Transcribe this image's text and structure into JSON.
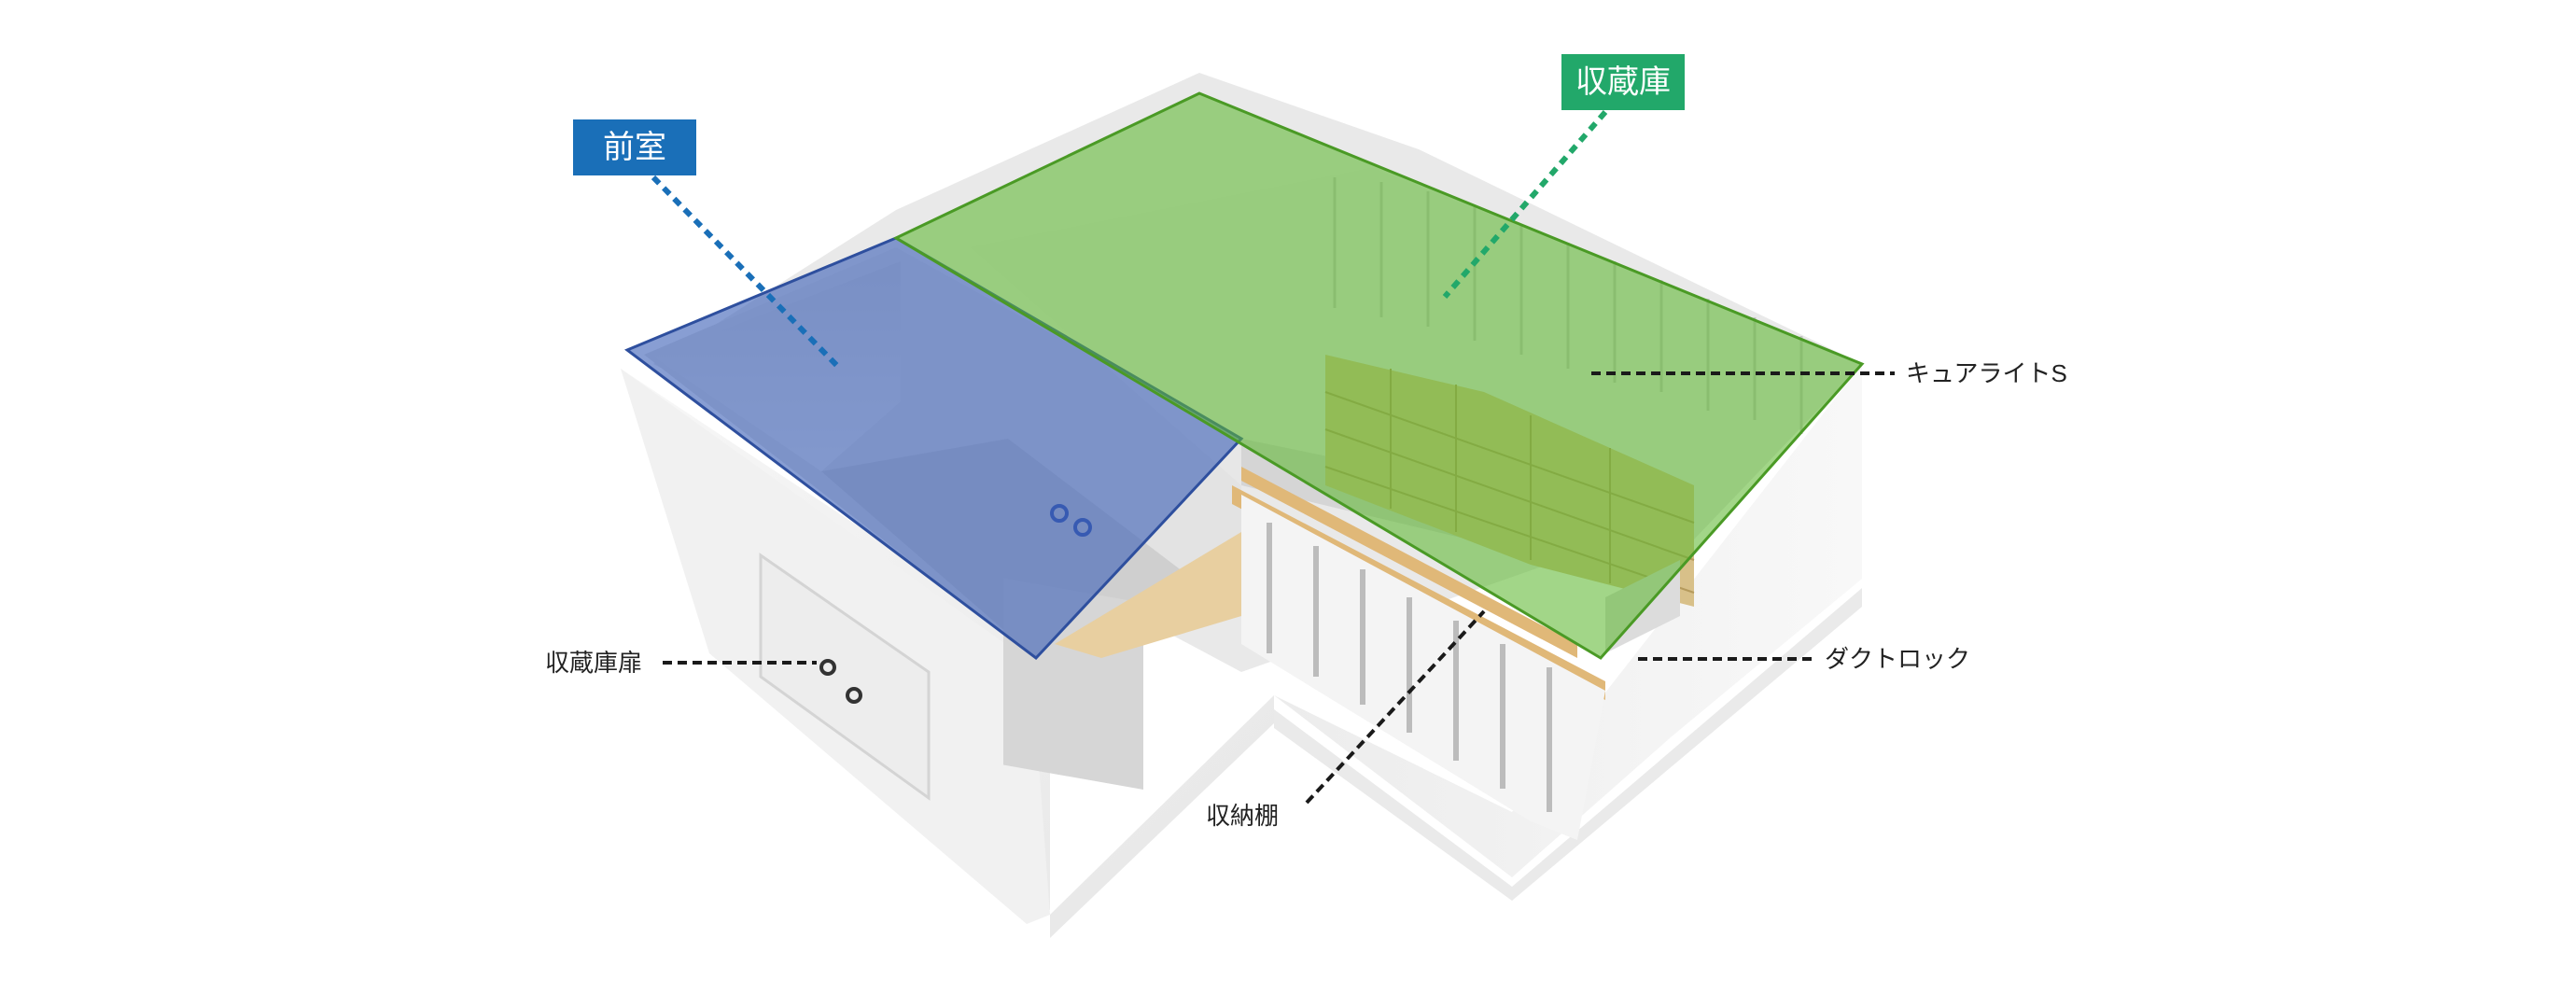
{
  "zones": {
    "anteroom": {
      "label": "前室",
      "color": "#1a6fb8"
    },
    "storage": {
      "label": "収蔵庫",
      "color": "#22a86a"
    }
  },
  "callouts": {
    "cure_light": "キュアライトS",
    "storage_door": "収蔵庫扉",
    "duct_lock": "ダクトロック",
    "shelves": "収納棚"
  },
  "colors": {
    "anteroom_overlay": "#3f63b8",
    "storage_overlay": "#5fb832",
    "wall": "#f2f2f2",
    "shelf_wood": "#e0b878",
    "leader_line": "#1a1a1a"
  }
}
